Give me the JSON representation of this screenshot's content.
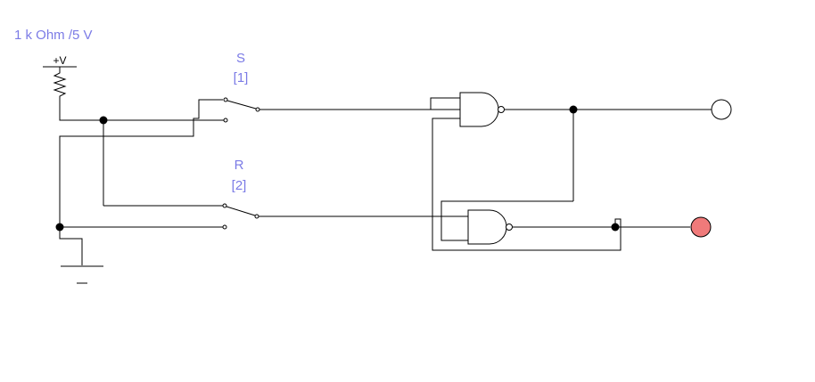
{
  "labels": {
    "supply": "1 k Ohm /5 V",
    "vcc": "+V",
    "switch_s_name": "S",
    "switch_s_key": "[1]",
    "switch_r_name": "R",
    "switch_r_key": "[2]"
  },
  "colors": {
    "label": "#7b7be6",
    "wire": "#000000",
    "led_off": "#ffffff",
    "led_on": "#f07a7a"
  },
  "indicators": {
    "q_state": "off",
    "q_bar_state": "on"
  }
}
